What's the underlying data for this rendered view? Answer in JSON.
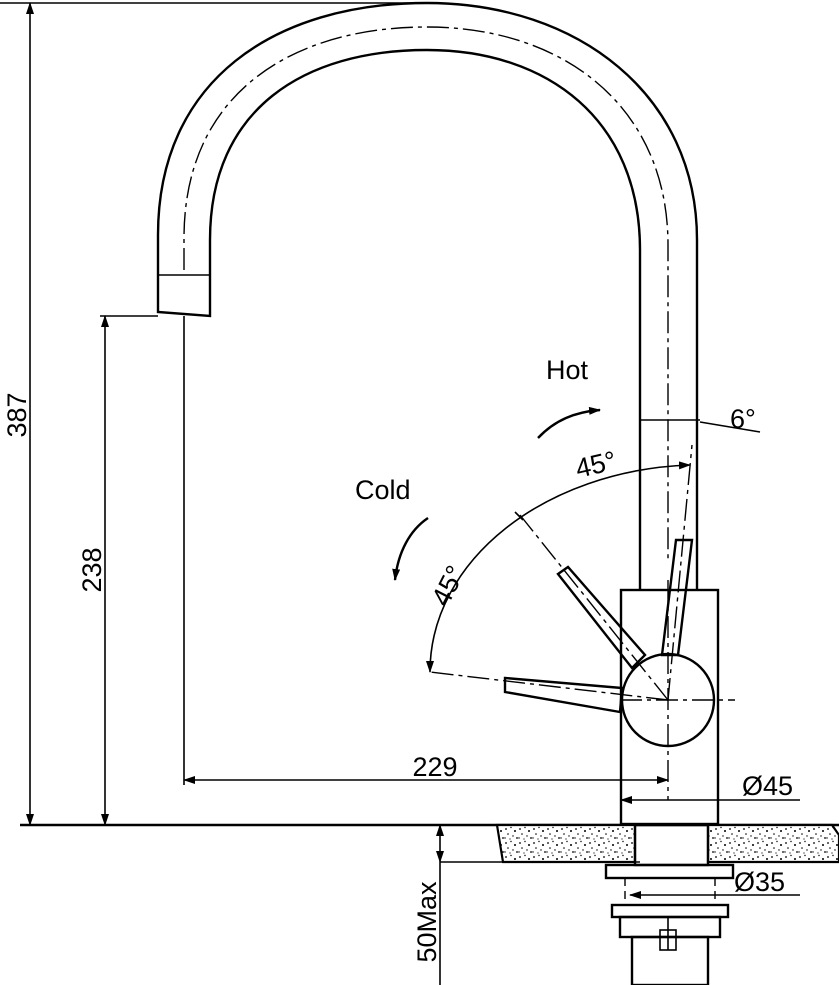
{
  "dimensions": {
    "total_height": "387",
    "spout_height": "238",
    "spout_reach": "229",
    "body_diameter": "Ø45",
    "mount_hole_diameter": "Ø35",
    "max_counter_thickness": "50Max"
  },
  "angles": {
    "hot_angle": "45°",
    "cold_angle": "45°",
    "tilt_angle": "6°"
  },
  "labels": {
    "hot": "Hot",
    "cold": "Cold"
  }
}
